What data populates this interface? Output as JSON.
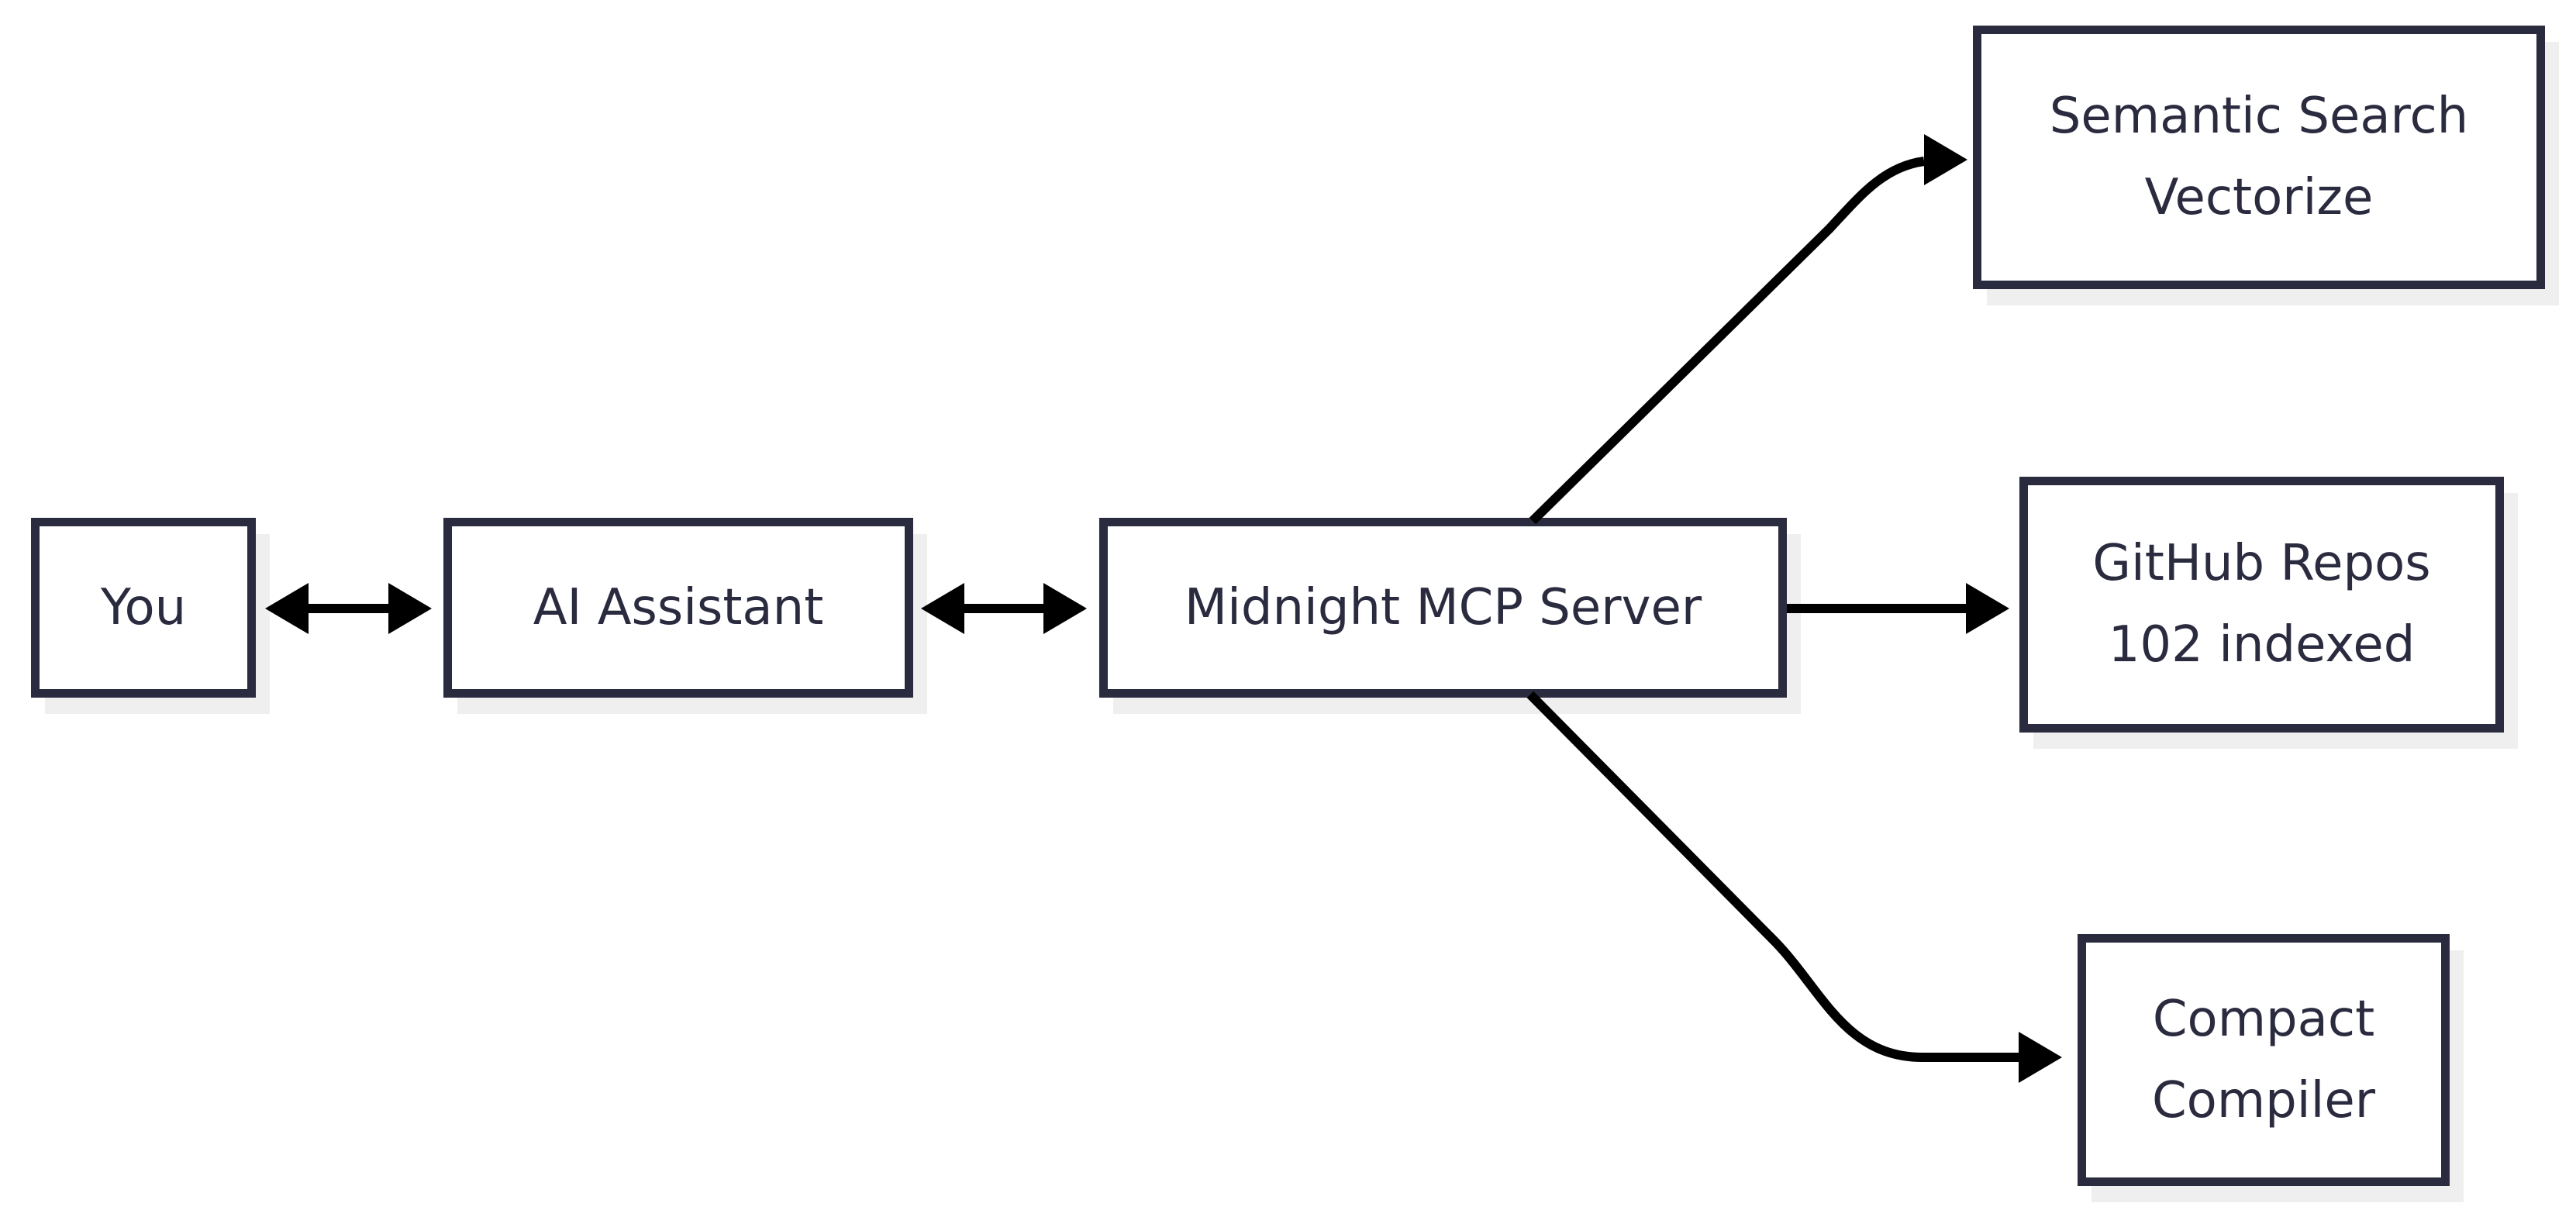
{
  "diagram": {
    "nodes": {
      "you": {
        "line1": "You"
      },
      "ai_assistant": {
        "line1": "AI Assistant"
      },
      "mcp_server": {
        "line1": "Midnight MCP Server"
      },
      "semantic_search": {
        "line1": "Semantic Search",
        "line2": "Vectorize"
      },
      "github_repos": {
        "line1": "GitHub Repos",
        "line2": "102 indexed"
      },
      "compact_compiler": {
        "line1": "Compact",
        "line2": "Compiler"
      }
    },
    "edges": [
      {
        "from": "You",
        "to": "AI Assistant",
        "type": "bidirectional"
      },
      {
        "from": "AI Assistant",
        "to": "Midnight MCP Server",
        "type": "bidirectional"
      },
      {
        "from": "Midnight MCP Server",
        "to": "Semantic Search Vectorize",
        "type": "arrow"
      },
      {
        "from": "Midnight MCP Server",
        "to": "GitHub Repos 102 indexed",
        "type": "arrow"
      },
      {
        "from": "Midnight MCP Server",
        "to": "Compact Compiler",
        "type": "arrow"
      }
    ],
    "colors": {
      "background": "#ffffff",
      "node_fill": "#ffffff",
      "node_border": "#2b2b40",
      "node_text": "#2b2b40",
      "shadow": "#efefef",
      "arrow": "#000000"
    }
  }
}
